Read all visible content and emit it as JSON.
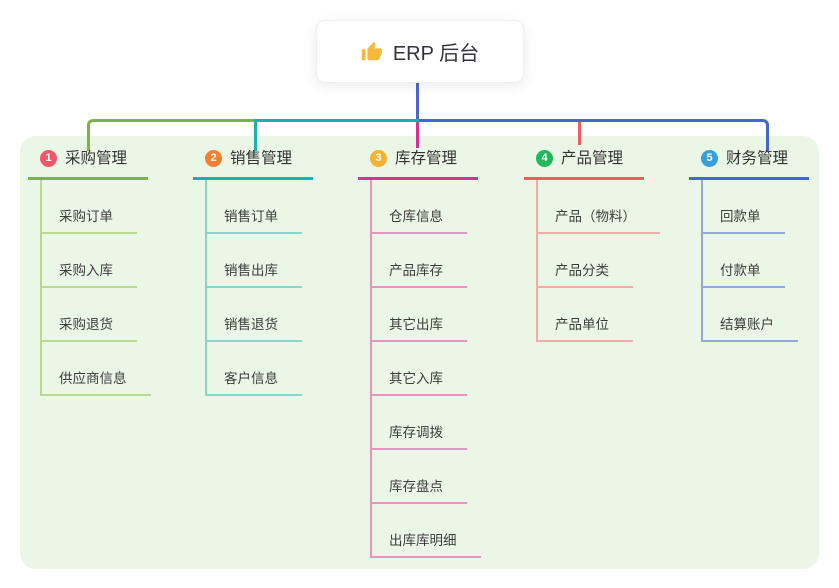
{
  "root": {
    "title": "ERP 后台",
    "icon": "thumbs-up-icon",
    "icon_color": "#f6b93b"
  },
  "canvas": {
    "background": "#ffffff",
    "panel_background": "#ebf7e6"
  },
  "connectors": {
    "root_line_color": "#5064c9",
    "bus_segment_colors": [
      "#7cb342",
      "#16b3ab",
      "#4465d4"
    ],
    "drop_colors": [
      "#7cb342",
      "#16b3ab",
      "#d4348f",
      "#f15c5f",
      "#4465d4"
    ]
  },
  "branches": [
    {
      "index": "1",
      "label": "采购管理",
      "badge_color": "#f3566a",
      "line_color": "#7cb342",
      "line_color_light": "#b7da90",
      "children": [
        "采购订单",
        "采购入库",
        "采购退货",
        "供应商信息"
      ]
    },
    {
      "index": "2",
      "label": "销售管理",
      "badge_color": "#f67f30",
      "line_color": "#16b3ab",
      "line_color_light": "#85d6cf",
      "children": [
        "销售订单",
        "销售出库",
        "销售退货",
        "客户信息"
      ]
    },
    {
      "index": "3",
      "label": "库存管理",
      "badge_color": "#f7b231",
      "line_color": "#d4348f",
      "line_color_light": "#eb92c1",
      "children": [
        "仓库信息",
        "产品库存",
        "其它出库",
        "其它入库",
        "库存调拨",
        "库存盘点",
        "出库库明细"
      ]
    },
    {
      "index": "4",
      "label": "产品管理",
      "badge_color": "#22b85c",
      "line_color": "#f15c5f",
      "line_color_light": "#f7aba7",
      "children": [
        "产品（物料）",
        "产品分类",
        "产品单位"
      ]
    },
    {
      "index": "5",
      "label": "财务管理",
      "badge_color": "#35a0dc",
      "line_color": "#4465d4",
      "line_color_light": "#91a8e0",
      "children": [
        "回款单",
        "付款单",
        "结算账户"
      ]
    }
  ]
}
